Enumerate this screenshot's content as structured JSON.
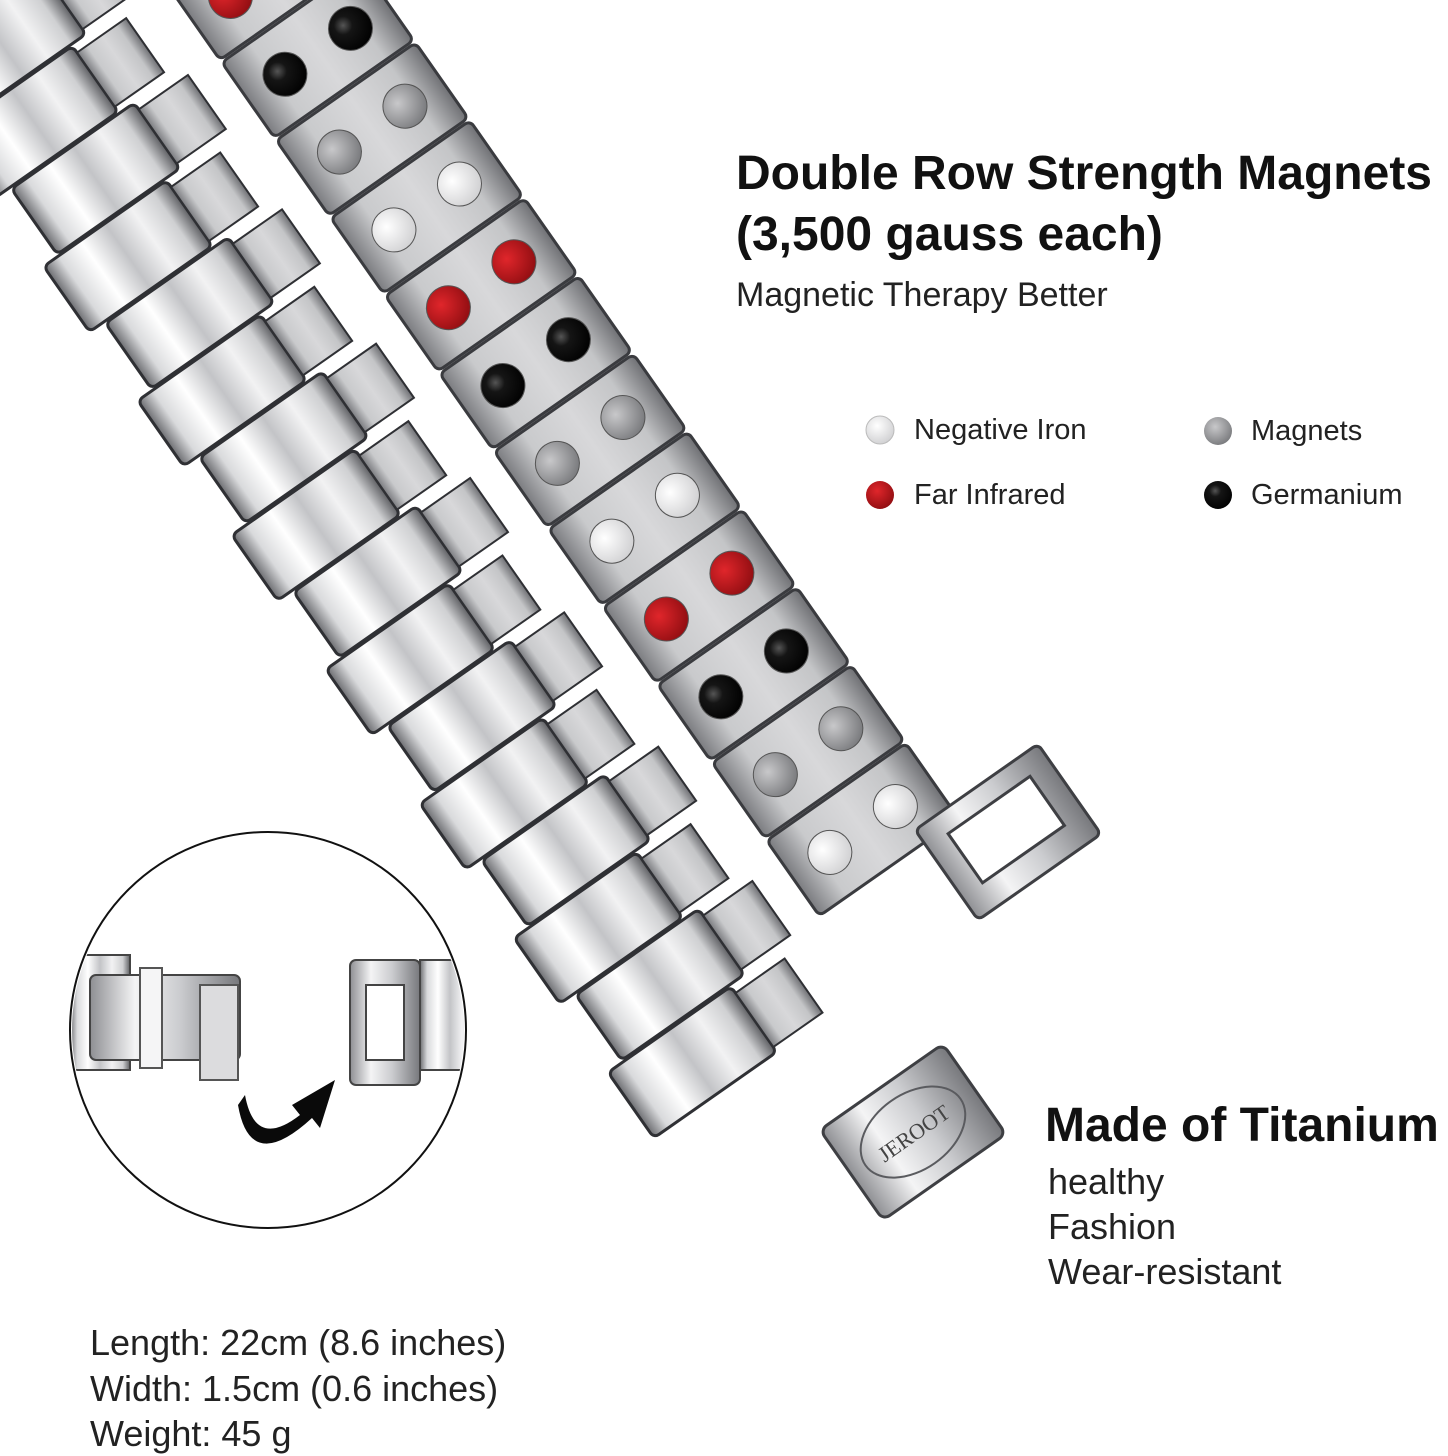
{
  "headline_1": {
    "line1": "Double Row Strength Magnets",
    "line2": "(3,500 gauss each)",
    "subtitle": "Magnetic Therapy Better"
  },
  "legend": [
    {
      "label": "Negative Iron",
      "color": "#f2f2f2"
    },
    {
      "label": "Magnets",
      "color": "#9a9a9a"
    },
    {
      "label": "Far Infrared",
      "color": "#c0161b"
    },
    {
      "label": "Germanium",
      "color": "#111111"
    }
  ],
  "headline_2": {
    "title": "Made of Titanium",
    "features": [
      "healthy",
      "Fashion",
      "Wear-resistant"
    ]
  },
  "specs": [
    "Length: 22cm (8.6 inches)",
    "Width: 1.5cm (0.6 inches)",
    "Weight: 45 g"
  ],
  "clasp_logo_text": "JEROOT",
  "colors": {
    "steel_light": "#e9e9ea",
    "steel_mid": "#b9babd",
    "steel_dark": "#4a4b4f"
  }
}
